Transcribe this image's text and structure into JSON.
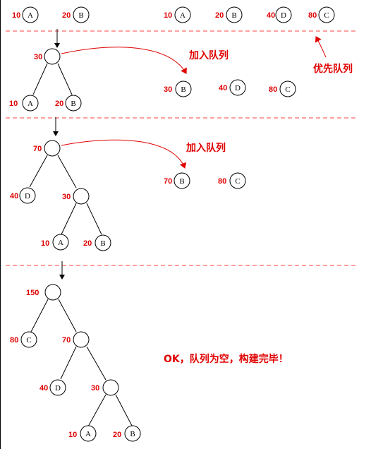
{
  "colors": {
    "weight": "#e00000",
    "separator": "#ff4040",
    "annotation": "#e00000",
    "stroke": "#000000"
  },
  "annotations": {
    "priority_queue": "优先队列",
    "enqueue_1": "加入队列",
    "enqueue_2": "加入队列",
    "done": "OK，队列为空，构建完毕！"
  },
  "steps": [
    {
      "queue": [
        {
          "weight": "10",
          "label": "A"
        },
        {
          "weight": "20",
          "label": "B"
        },
        {
          "weight": "40",
          "label": "D"
        },
        {
          "weight": "80",
          "label": "C"
        }
      ],
      "tree_inputs": [
        {
          "weight": "10",
          "label": "A"
        },
        {
          "weight": "20",
          "label": "B"
        }
      ]
    },
    {
      "queue": [
        {
          "weight": "30",
          "label": "B"
        },
        {
          "weight": "40",
          "label": "D"
        },
        {
          "weight": "80",
          "label": "C"
        }
      ],
      "tree": {
        "root": "30",
        "left": {
          "weight": "10",
          "label": "A"
        },
        "right": {
          "weight": "20",
          "label": "B"
        }
      }
    },
    {
      "queue": [
        {
          "weight": "70",
          "label": "B"
        },
        {
          "weight": "80",
          "label": "C"
        }
      ],
      "tree": {
        "root": "70",
        "left": {
          "weight": "40",
          "label": "D"
        },
        "right_root": "30",
        "right_left": {
          "weight": "10",
          "label": "A"
        },
        "right_right": {
          "weight": "20",
          "label": "B"
        }
      }
    },
    {
      "queue": [],
      "tree": {
        "root": "150",
        "left": {
          "weight": "80",
          "label": "C"
        },
        "right_root": "70",
        "right_left": {
          "weight": "40",
          "label": "D"
        },
        "right_right_root": "30",
        "rrl": {
          "weight": "10",
          "label": "A"
        },
        "rrr": {
          "weight": "20",
          "label": "B"
        }
      }
    }
  ]
}
